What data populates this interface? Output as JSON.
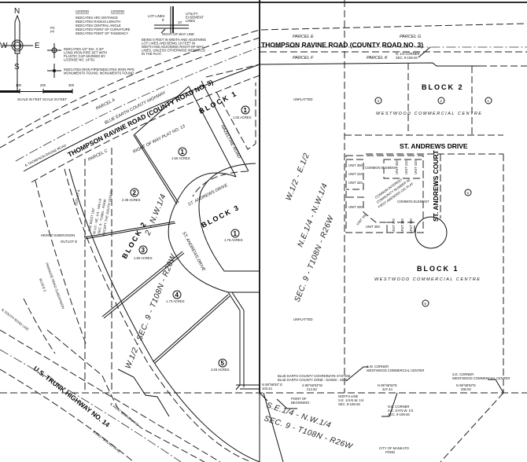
{
  "compass": {
    "n": "N",
    "s": "S",
    "e": "E",
    "w": "W"
  },
  "scale": {
    "ticks": [
      "100",
      "200",
      "300"
    ],
    "caption": "SCALE IN FEET SCALE IN FEET"
  },
  "legend": {
    "headers": [
      "LEGEND",
      "LEGEND"
    ],
    "abbrevs": [
      "PC",
      "PT"
    ],
    "items": [
      "INDICATES ARC DISTANCE",
      "INDICATES RADIUS LENGTH",
      "INDICATES CENTRAL ANGLE",
      "INDICATES POINT OF CURVATURE",
      "INDICATES POINT OF TANGENCY"
    ],
    "iron_set": [
      "INDICATES 1/2\" DIA. X 20\"",
      "LONG IRON PIPE SET WITH",
      "PLASTIC CAP MARKED BY",
      "LICENSE NO. 14791"
    ],
    "iron_found": [
      "INDICATES IRON PIPE/INDICATES IRON PIPE",
      "MONUMENTS FOUND. MONUMENTS FOUND."
    ]
  },
  "easement": {
    "lot_lines": "LOT LINES",
    "utility": [
      "UTILITY",
      "EASEMENT",
      "LINES"
    ],
    "dim_5": "5'",
    "dim_10": "10'",
    "row": "RIGHT-OF-WAY LINE",
    "note": [
      "BEING 5 FEET IN WIDTH AND ADJOINING",
      "LOT LINES AND BEING 10 FEET IN",
      "WIDTH AND ADJOINING RIGHT-OF-WAY",
      "LINES, UNLESS OTHERWISE INDICATED",
      "IN THE PLAT."
    ]
  },
  "roads": {
    "thompson_top": "THOMPSON RAVINE ROAD (COUNTY ROAD NO. 3)",
    "thompson_left": "THOMPSON RAVINE ROAD (COUNTY ROAD NO. 3)",
    "blue_earth": "BLUE EARTH COUNTY HIGHWAY",
    "row_plat": "RIGHT OF WAY PLAT NO. 13",
    "thompson_cl": "℄ THOMPSON RAVINE ROAD",
    "hazeltine": "HAZELTINE ROAD",
    "st_andrews_dr": "ST. ANDREWS DRIVE",
    "st_andrews_dr_lot": "ST. ANDREWS DRIVE",
    "st_andrews_dr_curve": "ST. ANDREWS DRIVE",
    "st_andrews_ct": "ST. ANDREWS COURT",
    "highway14": "U.S. TRUNK HIGHWAY NO. 14",
    "west_road": "℄ WEST BOUND LANE",
    "east_road": "℄ EAST BOUND LANE",
    "south_road": "℄ SOUTH ROAD LINE"
  },
  "parcels": {
    "a": "PARCEL A",
    "c": "PARCEL C",
    "e": "PARCEL E",
    "f": "PARCEL F",
    "g": "PARCEL G",
    "k": "PARCEL K"
  },
  "corner_note": [
    "N. 1/4 CORNER",
    "SEC. 9-108-26"
  ],
  "blocks": {
    "block1": "BLOCK 1",
    "block3": "BLOCK 3",
    "block2_west": "BLOCK 2",
    "wc_block2": "BLOCK 2",
    "wc_block1": "BLOCK 1"
  },
  "lots": [
    {
      "num": "1",
      "acres": "1.02 ACRES"
    },
    {
      "num": "1",
      "acres": "1.50 ACRES"
    },
    {
      "num": "2",
      "acres": "2.49 ACRES"
    },
    {
      "num": "3",
      "acres": "1.60 ACRES"
    },
    {
      "num": "4",
      "acres": "1.73 ACRES"
    },
    {
      "num": "5",
      "acres": "4.03 ACRES"
    },
    {
      "num": "1",
      "acres": "1.76 ACRES"
    }
  ],
  "westwood": {
    "name": "WESTWOOD COMMERCIAL CENTRE",
    "name2": "WESTWOOD COMMERCIAL CENTRE",
    "lots": [
      "3",
      "2",
      "1",
      "5",
      "6"
    ],
    "units": [
      "UNIT 300",
      "UNIT 310",
      "UNIT 320",
      "UNIT 400",
      "UNIT 410",
      "UNIT 420",
      "UNIT 330",
      "UNIT 340",
      "UNIT 350",
      "UNIT 370",
      "UNIT 380",
      "UNIT 390"
    ],
    "common": "COMMON ELEMENT",
    "common2": "COMMON ELEMENT",
    "cic": [
      "COMMON INTEREST",
      "COMMUNITY NUMBER 46",
      "FIRST AMENDED CIC PLAT"
    ]
  },
  "unplatted": [
    "UNPLATTED",
    "UNPLATTED"
  ],
  "outlots": {
    "a": "OUTLOT A",
    "b": "OUTLOT B",
    "heintz": "HEINTZ SUBDIVISION",
    "west100": [
      "THE WEST 100'",
      "W.1/2 - NE. 1/4 - NW.1/4",
      "SEC. 9 - T108N - R26W",
      "EXCEPT THE SOUTH 1530.00'"
    ],
    "paradise": [
      "PARADISE ROAD SUBDIVISION",
      "BLOCK C"
    ]
  },
  "section": {
    "mid1": "W.1/2 - E.1/2",
    "mid2": "N.E.1/4 - N.W.1/4",
    "mid3": "SEC. 9 - T108N - R26W",
    "left1": "2 - N.W.1/4",
    "left2": "W.1/2 - SEC. 9 - T108N - R26W",
    "bottom1": "S.E.1/4 - N.W.1/4",
    "bottom2": "SEC. 9 - T108N - R26W"
  },
  "bottom": {
    "coord": [
      "BLUE EARTH COUNTY COORDINATE SYSTEM",
      "BLUE EARTH COUNTY ZONE - NAD83 - 1986"
    ],
    "sw_corner": [
      "S.W. CORNER",
      "WESTWOOD COMMERCIAL CENTER"
    ],
    "se_corner": [
      "S.E. CORNER",
      "WESTWOOD COMMERCIAL CENTER"
    ],
    "north_line": [
      "NORTH LINE",
      "S.E. 1/4-N.W. 1/4",
      "SEC. 9-108-26"
    ],
    "ne_corner": [
      "N.E. CORNER",
      "S.E. 1/4-N.W. 1/4",
      "SEC. 9-108-26"
    ],
    "pob": [
      "POINT OF",
      "BEGINNING"
    ],
    "bearings": [
      "N 89°58'53\" E",
      "S 89°58'53\"W",
      "N 89°58'53\"E",
      "N 89°58'53\"E"
    ],
    "dist": [
      "103.44",
      "212.50",
      "327.44",
      "290.00"
    ],
    "city": [
      "CITY OF MANKATO",
      "POND"
    ]
  }
}
